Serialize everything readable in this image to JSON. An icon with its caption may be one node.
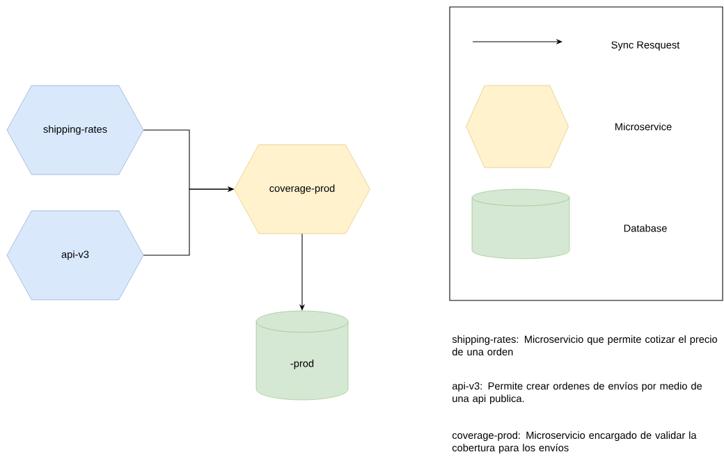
{
  "diagram": {
    "nodes": [
      {
        "text": [
          "shipping-rates"
        ]
      },
      {
        "text": [
          "api-v3"
        ]
      },
      {
        "text": [
          "coverage-prod"
        ]
      },
      {
        "text": [
          "-prod"
        ]
      },
      {
        "text": [],
        "shape": "hexagon"
      },
      {
        "text": [],
        "shape": "cylinder"
      }
    ],
    "edges": [
      {
        "from": 0,
        "to": 2,
        "arrow": "to"
      },
      {
        "from": 1,
        "to": 2,
        "arrow": "to"
      },
      {
        "from": 2,
        "to": 3,
        "arrow": "to"
      }
    ],
    "labels": [
      "shipping-rates: Microservicio que permite cotizar el precio de una orden",
      "api-v3: Permite crear ordenes de envíos por medio de una api publica.",
      "coverage-prod: Microservicio encargado de validar la cobertura para los envíos"
    ],
    "legend": [
      {
        "text": "Sync Resquest"
      },
      {
        "text": "Microservice"
      },
      {
        "text": "Database"
      }
    ]
  }
}
